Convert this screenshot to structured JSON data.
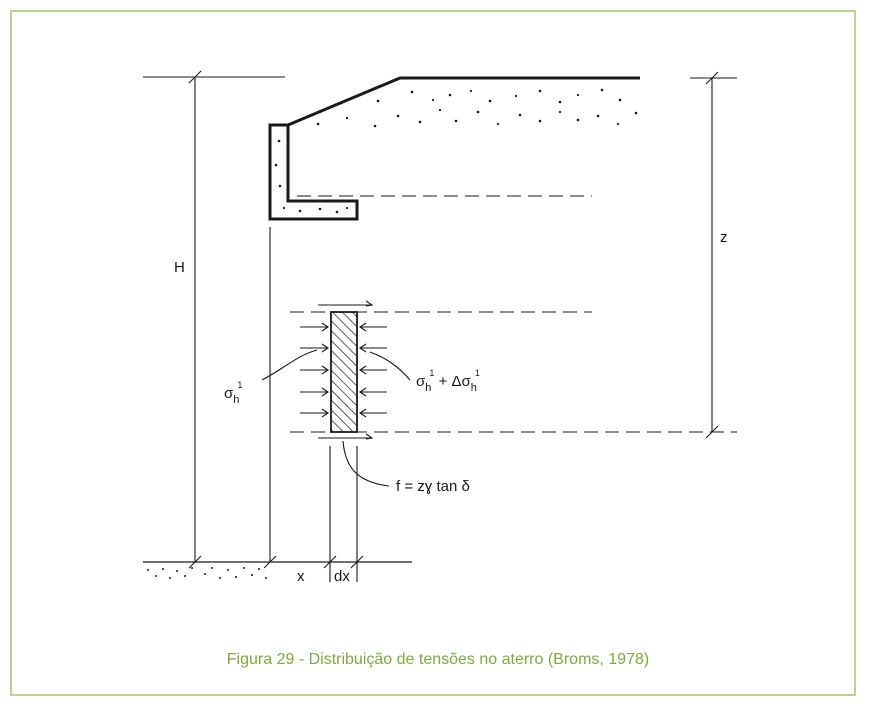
{
  "caption": "Figura 29 - Distribuição de tensões no aterro (Broms, 1978)",
  "labels": {
    "height": "H",
    "depth": "z",
    "distance": "x",
    "strip_width": "dx",
    "stress_left": {
      "base": "σ",
      "sub": "h",
      "sup": "1"
    },
    "stress_right": {
      "base1": "σ",
      "sub1": "h",
      "sup1": "1",
      "plus": " + Δσ",
      "sub2": "h",
      "sup2": "1"
    },
    "friction": "f = zɣ tan δ"
  },
  "colors": {
    "line": "#1a1a1a",
    "caption": "#7faa3b",
    "frame": "#b9d48e"
  }
}
